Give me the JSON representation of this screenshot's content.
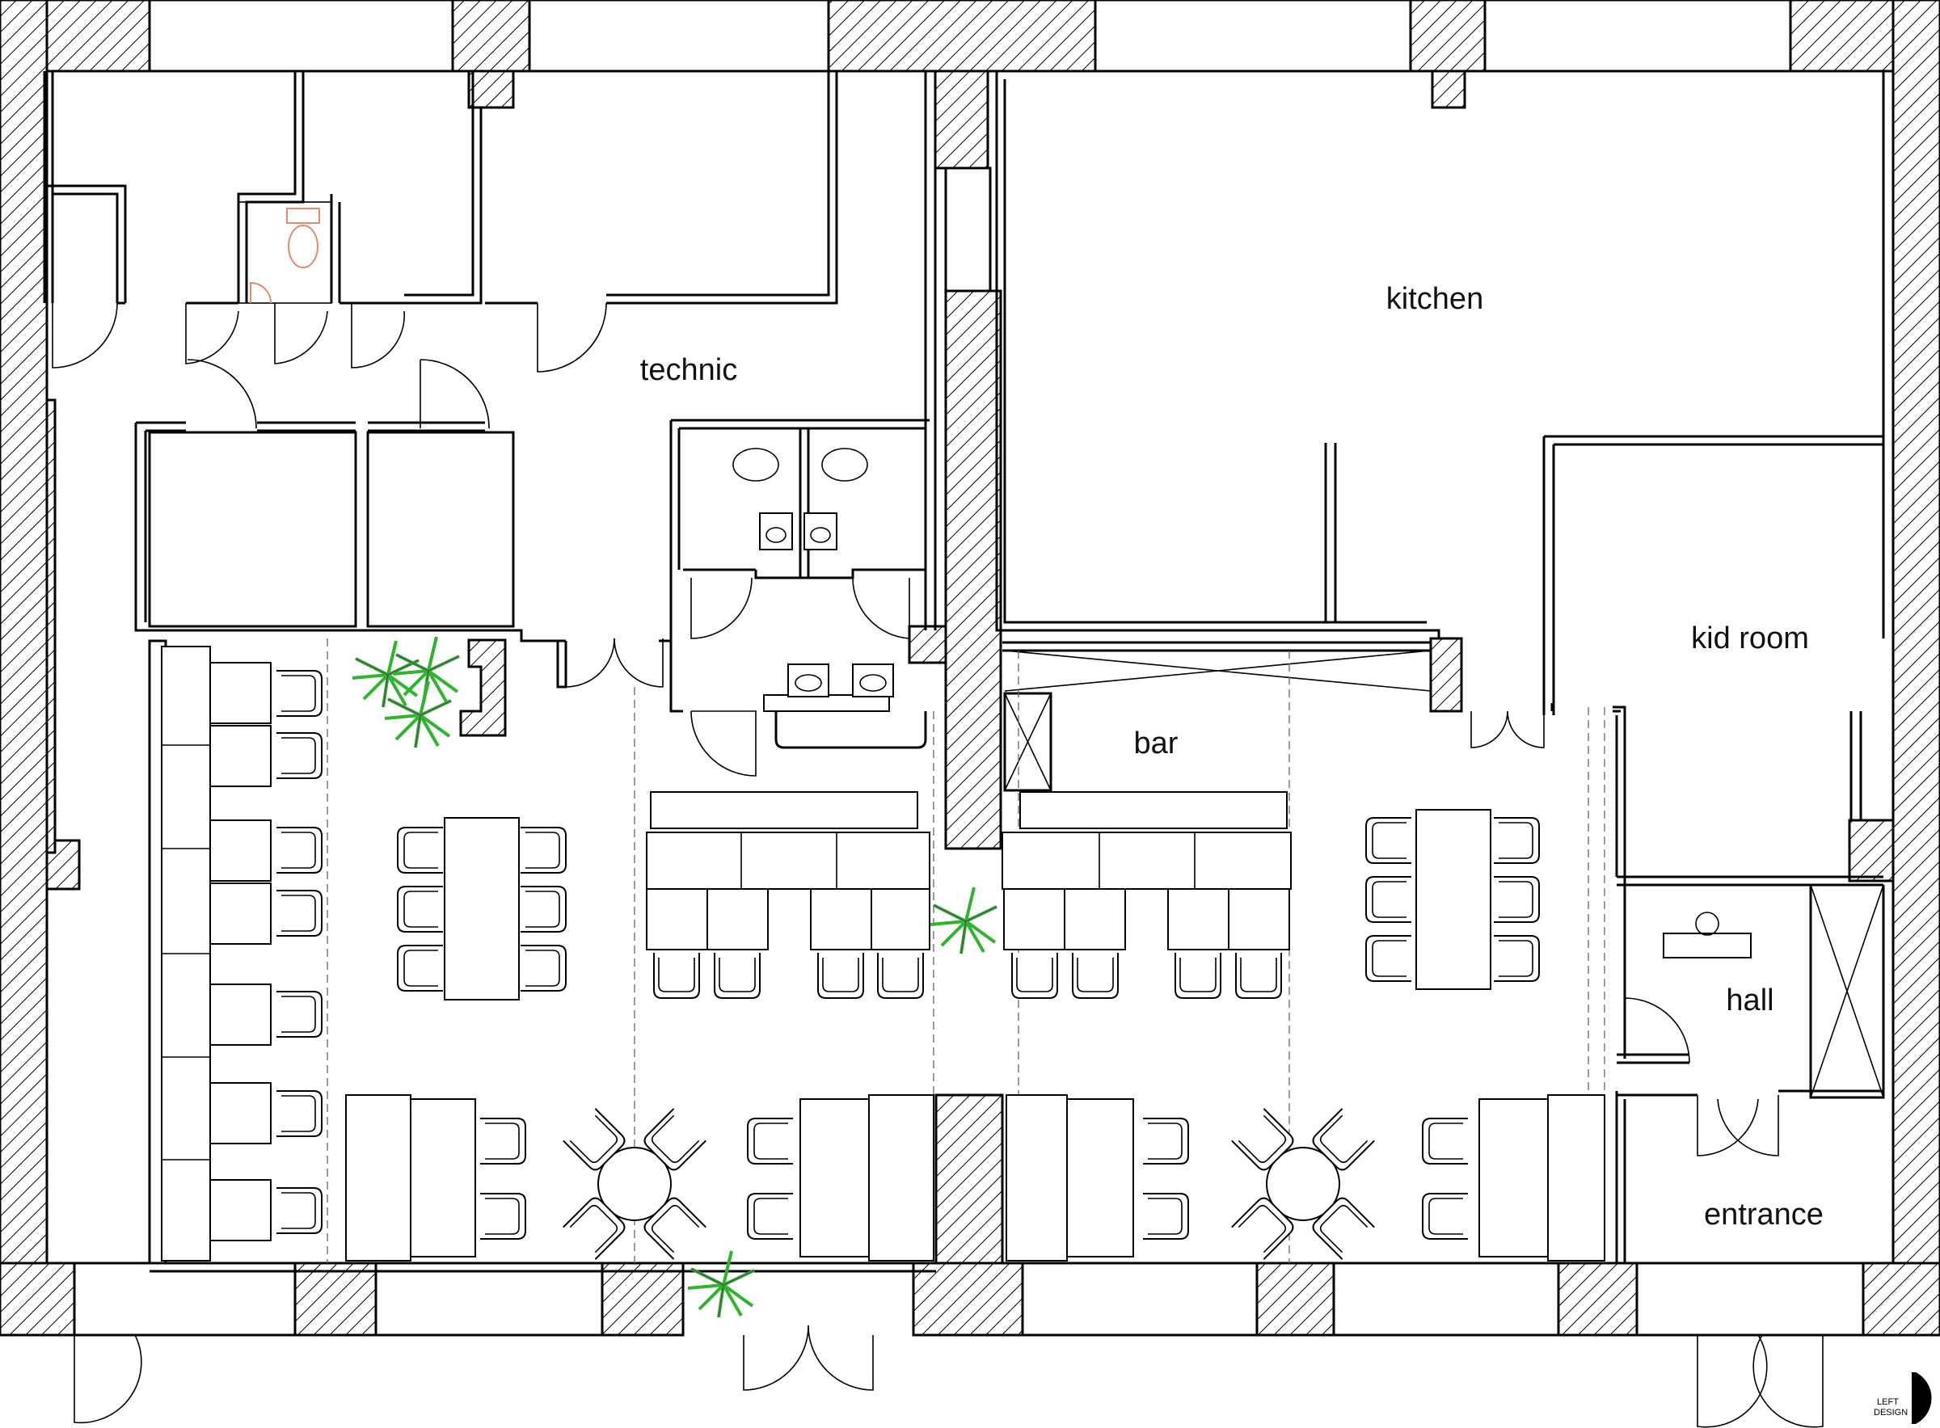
{
  "rooms": {
    "kitchen": "kitchen",
    "technic": "technic",
    "kid_room": "kid room",
    "bar": "bar",
    "hall": "hall",
    "entrance": "entrance"
  },
  "logo": {
    "line1": "LEFT",
    "line2": "DESIGN"
  },
  "colors": {
    "wall_hatch": "#000000",
    "plant": "#2db52d",
    "toilet_accent": "#e8896a",
    "lines": "#000000"
  }
}
